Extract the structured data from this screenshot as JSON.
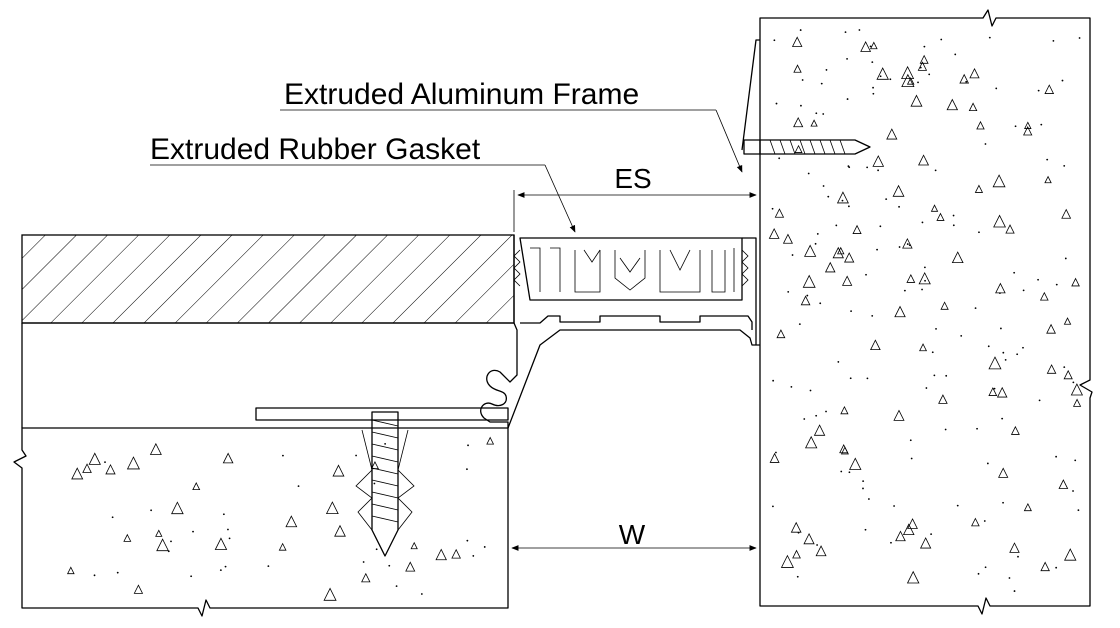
{
  "labels": {
    "aluminum_frame": "Extruded Aluminum Frame",
    "rubber_gasket": "Extruded Rubber Gasket",
    "es_dim": "ES",
    "w_dim": "W"
  }
}
